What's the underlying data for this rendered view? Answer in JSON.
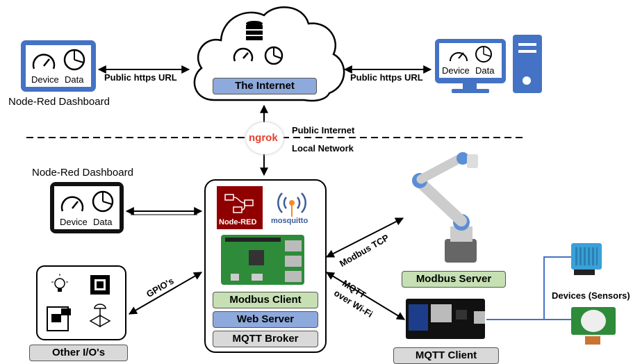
{
  "cloud": {
    "label": "The Internet"
  },
  "links": {
    "left_https": "Public https URL",
    "right_https": "Public https URL",
    "public_internet": "Public Internet",
    "local_network": "Local Network",
    "gpio": "GPIO's",
    "modbus_tcp": "Modbus TCP",
    "mqtt_line1": "MQTT",
    "mqtt_line2": "over Wi-Fi"
  },
  "tunnel": {
    "logo_text": "ngrok"
  },
  "dashboards": {
    "remote_tablet_caption": "Node-Red Dashboard",
    "local_tablet_caption": "Node-Red Dashboard",
    "screen_text_left": "Device",
    "screen_text_right": "Data"
  },
  "hub": {
    "nodered_logo": "Node-RED",
    "mosquitto_logo": "mosquitto",
    "modbus_client": "Modbus Client",
    "web_server": "Web Server",
    "mqtt_broker": "MQTT Broker"
  },
  "other_io": {
    "label": "Other I/O's"
  },
  "robot": {
    "label": "Modbus Server"
  },
  "mqtt_client": {
    "label": "MQTT Client"
  },
  "sensors": {
    "label": "Devices (Sensors)"
  },
  "colors": {
    "accent_blue": "#4472c4",
    "green": "#c6e0b4",
    "blue_pill": "#8ea9db",
    "gray_pill": "#d9d9d9",
    "nodered_red": "#8f0000",
    "ngrok_red": "#e8412d"
  }
}
